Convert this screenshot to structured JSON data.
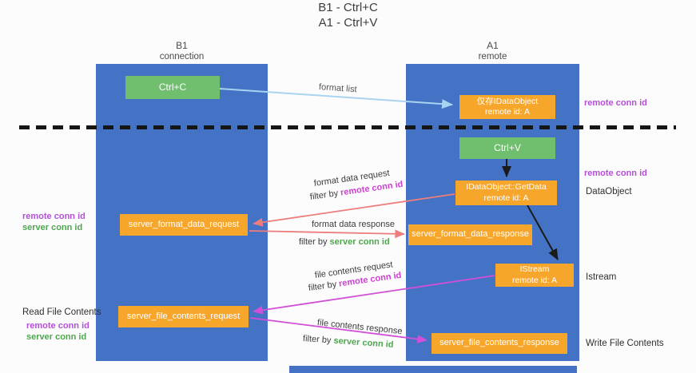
{
  "title": {
    "line1": "B1 - Ctrl+C",
    "line2": "A1 - Ctrl+V"
  },
  "lanes": {
    "left": {
      "title": "B1",
      "subtitle": "connection"
    },
    "right": {
      "title": "A1",
      "subtitle": "remote"
    }
  },
  "nodes": {
    "ctrl_c": {
      "label": "Ctrl+C"
    },
    "ctrl_v": {
      "label": "Ctrl+V"
    },
    "idataobject": {
      "line1": "仅存IDataObject",
      "line2": "remote id: A"
    },
    "getdata": {
      "line1": "IDataObject::GetData",
      "line2": "remote id: A"
    },
    "istream": {
      "line1": "IStream",
      "line2": "remote id: A"
    },
    "format_request": {
      "label": "server_format_data_request"
    },
    "format_response": {
      "label": "server_format_data_response"
    },
    "file_request": {
      "label": "server_file_contents_request"
    },
    "file_response": {
      "label": "server_file_contents_response"
    }
  },
  "arrow_labels": {
    "format_list": "format list",
    "format_data_request": "format data request",
    "format_data_response": "format data response",
    "file_contents_request": "file contents request",
    "file_contents_response": "file contents response",
    "filter_by": "filter by ",
    "remote_conn_id": "remote conn id",
    "server_conn_id": "server conn id"
  },
  "side_labels": {
    "remote_conn_id": "remote conn id",
    "server_conn_id": "server conn id",
    "dataobject": "DataObject",
    "istream": "Istream",
    "read_file_contents": "Read File Contents",
    "write_file_contents": "Write File Contents"
  },
  "colors": {
    "lane_blue": "#4472c4",
    "node_green": "#6fbf6f",
    "node_orange": "#f7a62c",
    "purple_text": "#b44fd8",
    "green_text": "#4ea64e",
    "arrow_blue": "#a8d4f0",
    "arrow_salmon": "#ee7d7d",
    "arrow_magenta": "#d24fd8",
    "arrow_black": "#1a1a1a"
  }
}
